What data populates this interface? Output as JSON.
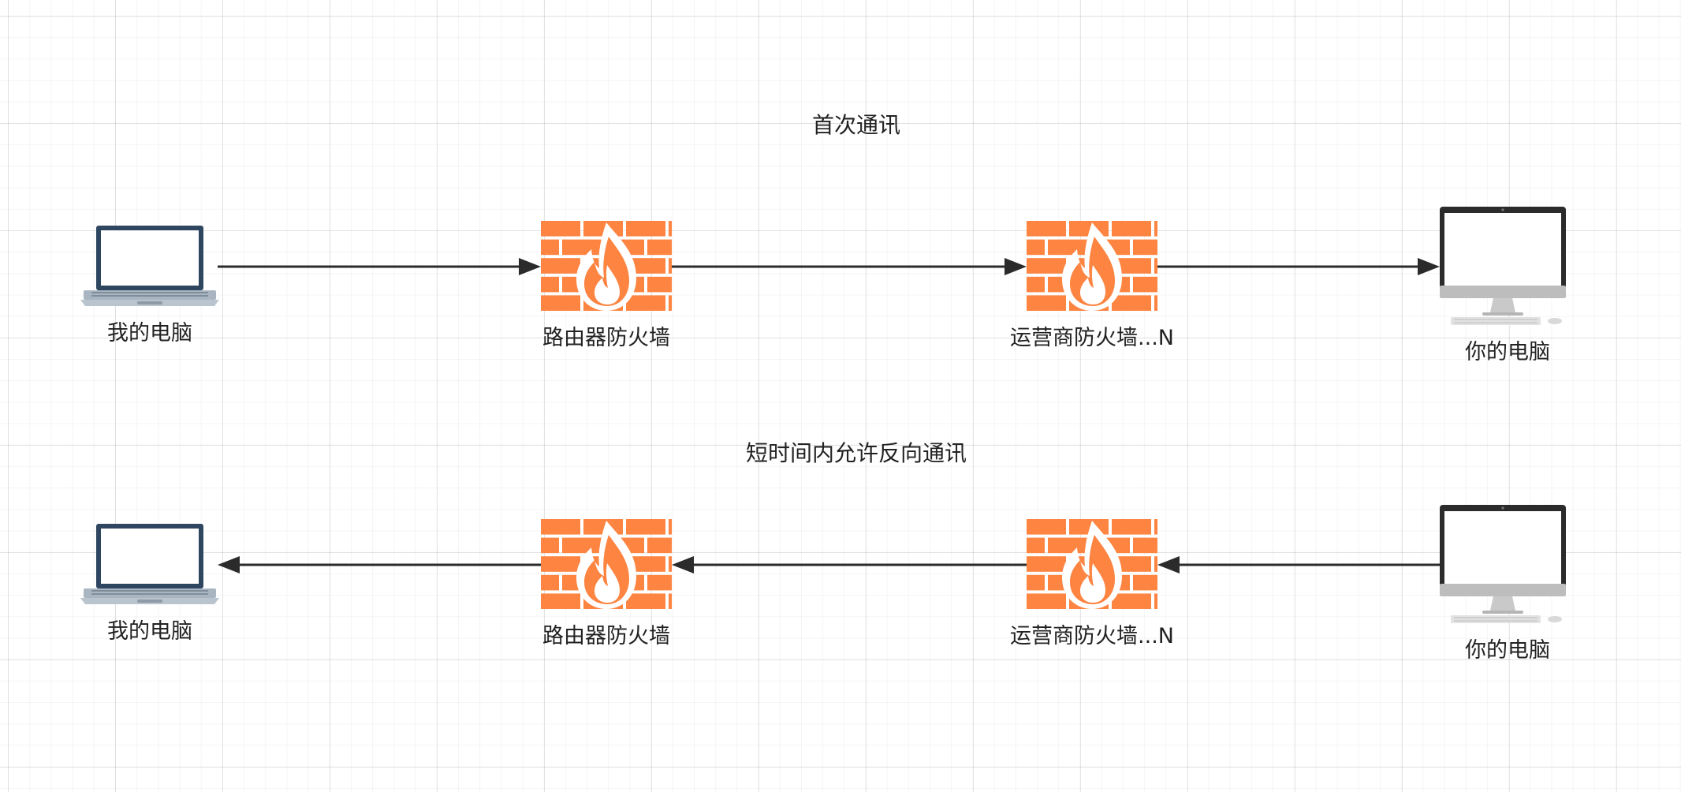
{
  "rows": [
    {
      "caption": "首次通讯",
      "direction": "forward",
      "nodes": [
        {
          "label": "我的电脑",
          "icon": "laptop-icon"
        },
        {
          "label": "路由器防火墙",
          "icon": "firewall-icon"
        },
        {
          "label": "运营商防火墙...N",
          "icon": "firewall-icon"
        },
        {
          "label": "你的电脑",
          "icon": "desktop-computer-icon"
        }
      ]
    },
    {
      "caption": "短时间内允许反向通讯",
      "direction": "reverse",
      "nodes": [
        {
          "label": "我的电脑",
          "icon": "laptop-icon"
        },
        {
          "label": "路由器防火墙",
          "icon": "firewall-icon"
        },
        {
          "label": "运营商防火墙...N",
          "icon": "firewall-icon"
        },
        {
          "label": "你的电脑",
          "icon": "desktop-computer-icon"
        }
      ]
    }
  ],
  "colors": {
    "firewall_brick": "#fd8441",
    "firewall_mortar": "#ffffff",
    "laptop_frame": "#2f4660",
    "laptop_keyboard": "#a9b6c2",
    "monitor_frame": "#2b2b2b",
    "monitor_chin": "#bdbdbd",
    "arrow": "#2b2b2b"
  }
}
